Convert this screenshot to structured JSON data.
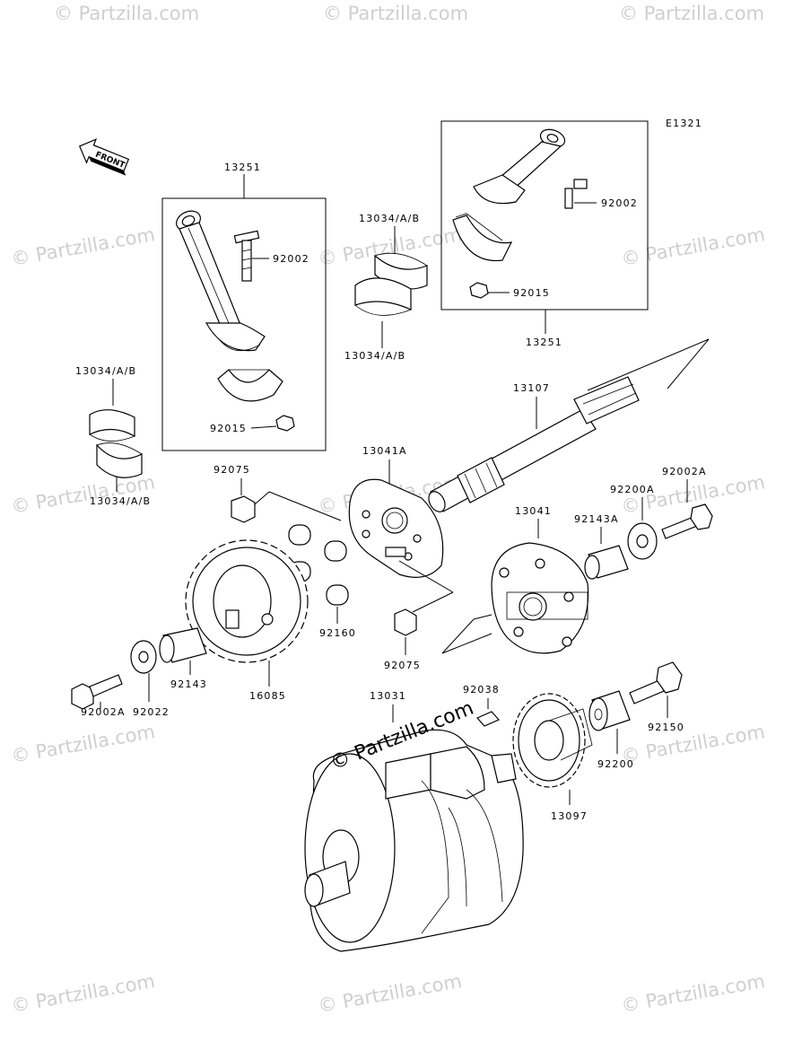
{
  "diagram_code": "E1321",
  "front_arrow_label": "FRONT",
  "watermark_text": "© Partzilla.com",
  "center_watermark_text": "© Partzilla.com",
  "part_labels": {
    "conrod_left": "13251",
    "conrod_right": "13251",
    "bolt_left": "92002",
    "bolt_right": "92002",
    "nut_left": "92015",
    "nut_right": "92015",
    "bearing_top_center": "13034/A/B",
    "bearing_bottom_center": "13034/A/B",
    "bearing_top_left": "13034/A/B",
    "bearing_bottom_left": "13034/A/B",
    "shaft": "13107",
    "holder_a": "13041A",
    "holder": "13041",
    "pinion_top": "92075",
    "pinion_bottom": "92075",
    "washer_92200a": "92200A",
    "bolt_92002a_right": "92002A",
    "bolt_92002a_left": "92002A",
    "collar_92143a": "92143A",
    "collar_92160": "92160",
    "collar_92143": "92143",
    "gear_16085": "16085",
    "washer_92022": "92022",
    "crankshaft": "13031",
    "key_92038": "92038",
    "gear_13097": "13097",
    "washer_92200": "92200",
    "bolt_92150": "92150"
  }
}
